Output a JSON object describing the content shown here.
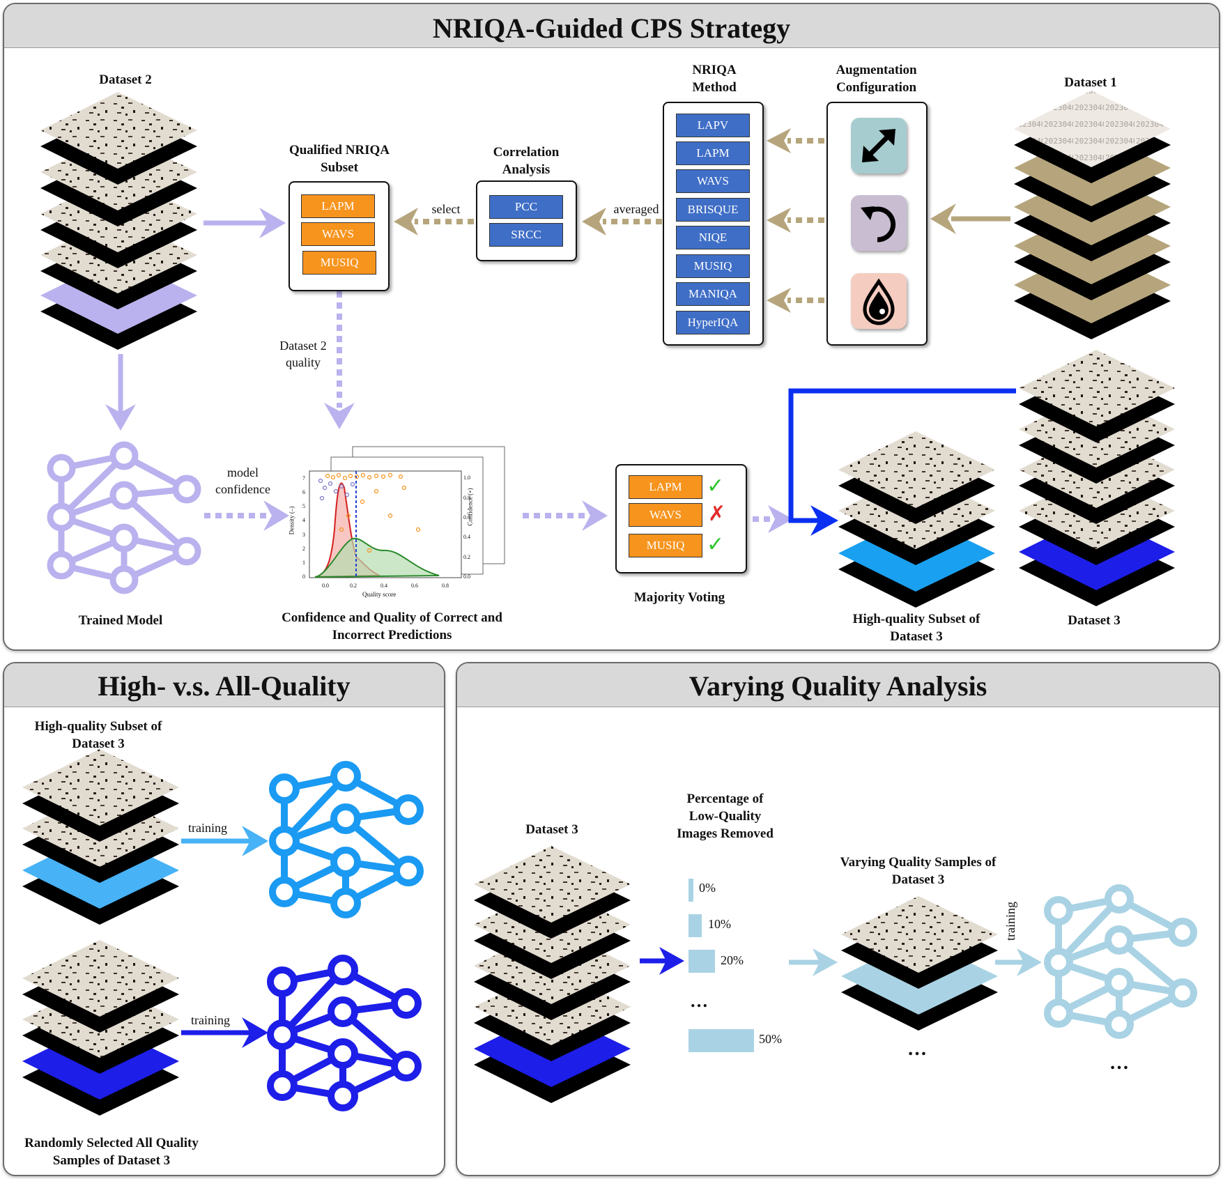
{
  "top": {
    "title": "NRIQA-Guided CPS Strategy",
    "dataset2": "Dataset 2",
    "dataset1": "Dataset 1",
    "dataset3": "Dataset 3",
    "qualified_title": "Qualified NRIQA Subset",
    "qualified_items": [
      "LAPM",
      "WAVS",
      "MUSIQ"
    ],
    "select": "select",
    "correlation_title": "Correlation Analysis",
    "correlation_items": [
      "PCC",
      "SRCC"
    ],
    "averaged": "averaged",
    "nriqa_title": "NRIQA Method",
    "nriqa_items": [
      "LAPV",
      "LAPM",
      "WAVS",
      "BRISQUE",
      "NIQE",
      "MUSIQ",
      "MANIQA",
      "HyperIQA"
    ],
    "aug_title": "Augmentation Configuration",
    "aug_icons": [
      "resize-arrow-icon",
      "rotate-arrow-icon",
      "ink-drop-icon"
    ],
    "dataset2_quality": "Dataset 2 quality",
    "model_confidence": "model confidence",
    "trained_model": "Trained Model",
    "confidence_caption": "Confidence and Quality of Correct and Incorrect Predictions",
    "voting_items": [
      "LAPM",
      "WAVS",
      "MUSIQ"
    ],
    "voting_marks": [
      "✓",
      "✗",
      "✓"
    ],
    "majority_voting": "Majority Voting",
    "hq_subset": "High-quality Subset of Dataset 3",
    "plot": {
      "ylabel": "Density (–)",
      "xlabel": "Quality score",
      "ylabel_right": "Confidence (∘)",
      "y_ticks": [
        "0",
        "1",
        "2",
        "3",
        "4",
        "5",
        "6",
        "7"
      ],
      "x_ticks": [
        "0.0",
        "0.2",
        "0.4",
        "0.6",
        "0.8"
      ],
      "right_ticks": [
        "0.0",
        "0.2",
        "0.4",
        "0.6",
        "0.8",
        "1.0"
      ]
    }
  },
  "bottom_left": {
    "title": "High- v.s. All-Quality",
    "hq_subset": "High-quality Subset of Dataset 3",
    "training1": "training",
    "training2": "training",
    "random_all": "Randomly Selected All Quality Samples of Dataset 3"
  },
  "bottom_right": {
    "title": "Varying Quality Analysis",
    "dataset3": "Dataset 3",
    "pct_title": "Percentage of Low-Quality Images Removed",
    "percentages": [
      "0%",
      "10%",
      "20%",
      "…",
      "50%"
    ],
    "varying_title": "Varying Quality Samples of Dataset 3",
    "training": "training",
    "ellipsis1": "…",
    "ellipsis2": "…"
  },
  "colors": {
    "lavender": "#b9b2ee",
    "tan": "#b6a57c",
    "blue_bright": "#1f2ef0",
    "sky": "#2aa6f5",
    "navy": "#1d1ee8",
    "light_blue": "#a9d3e4",
    "orange": "#f7941d",
    "method_blue": "#3f6ec6"
  }
}
